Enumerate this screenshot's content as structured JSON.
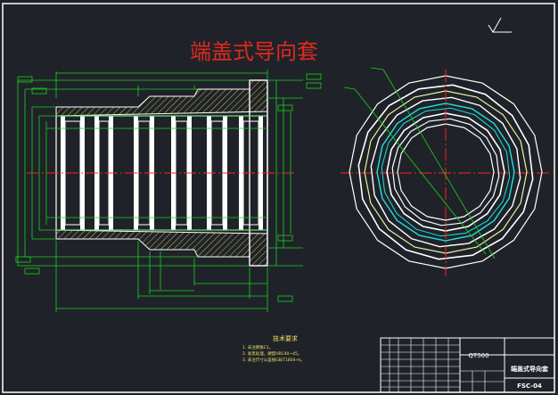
{
  "title": "端盖式导向套",
  "tech_req": {
    "heading": "技术要求",
    "items": [
      "1. 未注倒角C1。",
      "2. 发黑处理，硬度HRC40~45。",
      "3. 未注尺寸公差按GB/T1804-m。"
    ]
  },
  "title_block": {
    "material": "QT500",
    "part_name": "端盖式导向套",
    "drawing_no": "FSC-04"
  },
  "colors": {
    "background": "#1f2329",
    "frame": "#ffffff",
    "title": "#e0281e",
    "dimension": "#19d21e",
    "centerline": "#ff2020",
    "hatch": "#c8c050",
    "cyan": "#20e0e0",
    "yellow": "#f0f0a0",
    "text_yellow": "#f0e060"
  }
}
